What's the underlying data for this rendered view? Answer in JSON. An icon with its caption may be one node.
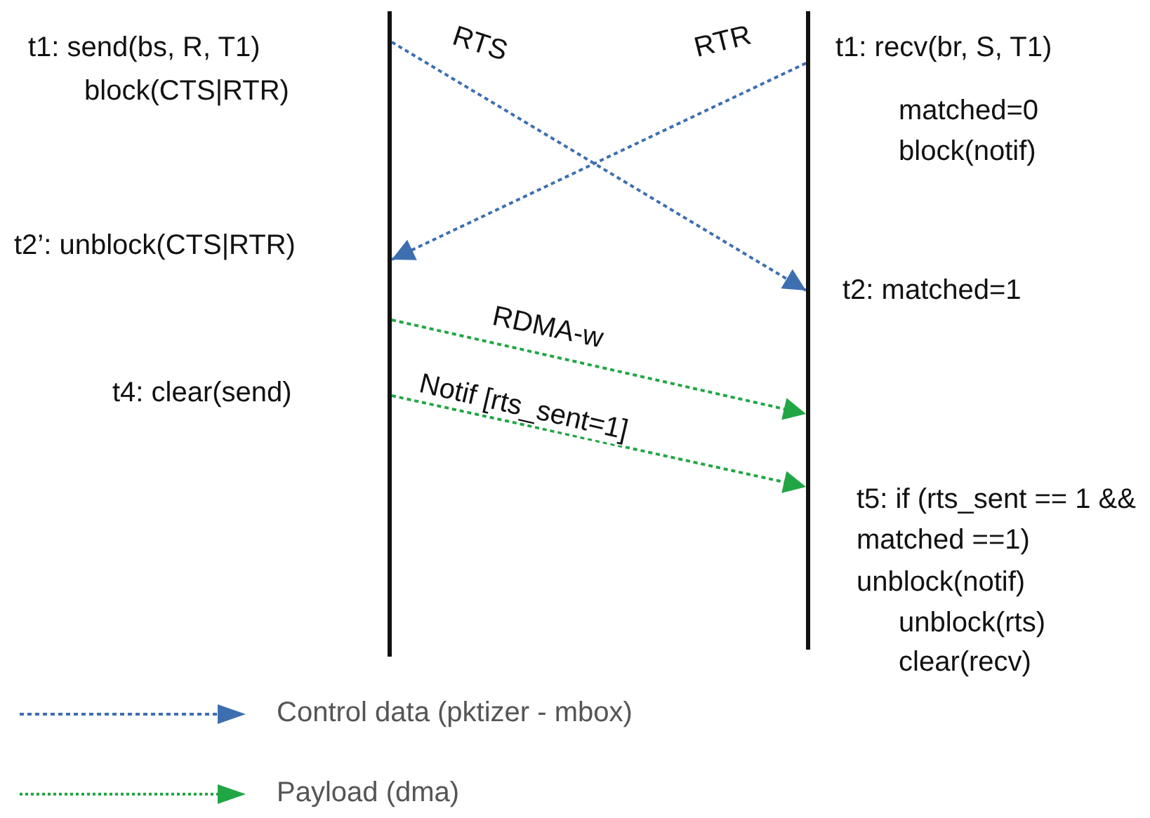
{
  "diagram": {
    "nodes": [
      {
        "text": [],
        "shape": "bar"
      },
      {
        "text": [],
        "shape": "bar"
      }
    ],
    "edges": [
      {
        "from": 0,
        "to": 1,
        "arrow": "to",
        "label": "RTS",
        "style": "dashed",
        "color": "#3d6fb0"
      },
      {
        "from": 1,
        "to": 0,
        "arrow": "to",
        "label": "RTR",
        "style": "dashed",
        "color": "#3d6fb0"
      },
      {
        "from": 0,
        "to": 1,
        "arrow": "to",
        "label": "RDMA-w",
        "style": "dashed",
        "color": "#21a645"
      },
      {
        "from": 0,
        "to": 1,
        "arrow": "to",
        "label": "Notif [rts_sent=1]",
        "style": "dashed",
        "color": "#21a645"
      }
    ],
    "labels": [
      "t1: send(bs, R, T1)",
      "t1: recv(br, S, T1)",
      "block(CTS|RTR)",
      "matched=0",
      "block(notif)",
      "t2’: unblock(CTS|RTR)",
      "t2: matched=1",
      "t4: clear(send)",
      "t5: if (rts_sent == 1 && matched ==1)",
      "unblock(notif)",
      "unblock(rts)",
      "clear(recv)"
    ],
    "legend": [
      {
        "text": "Control data (pktizer - mbox)"
      },
      {
        "text": "Payload (dma)"
      }
    ]
  }
}
